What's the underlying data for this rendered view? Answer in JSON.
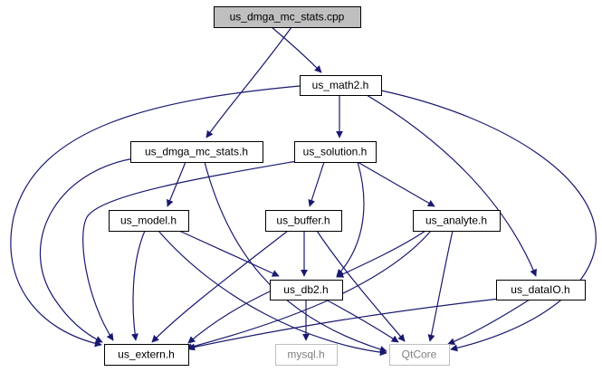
{
  "diagram": {
    "colors": {
      "edge": "#191970",
      "node_border": "#000000",
      "node_fill": "#ffffff",
      "root_fill": "#bfbfbf",
      "external_border": "#bfbfbf",
      "external_text": "#808080",
      "text": "#000000"
    },
    "nodes": [
      {
        "id": "root",
        "label": "us_dmga_mc_stats.cpp",
        "kind": "root"
      },
      {
        "id": "math2",
        "label": "us_math2.h",
        "kind": "normal"
      },
      {
        "id": "dmga",
        "label": "us_dmga_mc_stats.h",
        "kind": "normal"
      },
      {
        "id": "solution",
        "label": "us_solution.h",
        "kind": "normal"
      },
      {
        "id": "model",
        "label": "us_model.h",
        "kind": "normal"
      },
      {
        "id": "buffer",
        "label": "us_buffer.h",
        "kind": "normal"
      },
      {
        "id": "analyte",
        "label": "us_analyte.h",
        "kind": "normal"
      },
      {
        "id": "db2",
        "label": "us_db2.h",
        "kind": "normal"
      },
      {
        "id": "dataio",
        "label": "us_dataIO.h",
        "kind": "normal"
      },
      {
        "id": "extern",
        "label": "us_extern.h",
        "kind": "normal"
      },
      {
        "id": "mysql",
        "label": "mysql.h",
        "kind": "external"
      },
      {
        "id": "qtcore",
        "label": "QtCore",
        "kind": "external"
      }
    ],
    "edges": [
      [
        "root",
        "math2"
      ],
      [
        "root",
        "dmga"
      ],
      [
        "math2",
        "solution"
      ],
      [
        "math2",
        "extern"
      ],
      [
        "math2",
        "dataio"
      ],
      [
        "math2",
        "qtcore"
      ],
      [
        "dmga",
        "model"
      ],
      [
        "dmga",
        "extern"
      ],
      [
        "dmga",
        "qtcore"
      ],
      [
        "solution",
        "buffer"
      ],
      [
        "solution",
        "analyte"
      ],
      [
        "solution",
        "db2"
      ],
      [
        "solution",
        "extern"
      ],
      [
        "model",
        "db2"
      ],
      [
        "model",
        "extern"
      ],
      [
        "model",
        "qtcore"
      ],
      [
        "buffer",
        "db2"
      ],
      [
        "buffer",
        "extern"
      ],
      [
        "buffer",
        "qtcore"
      ],
      [
        "analyte",
        "db2"
      ],
      [
        "analyte",
        "extern"
      ],
      [
        "analyte",
        "qtcore"
      ],
      [
        "db2",
        "mysql"
      ],
      [
        "db2",
        "qtcore"
      ],
      [
        "db2",
        "extern"
      ],
      [
        "dataio",
        "extern"
      ],
      [
        "dataio",
        "qtcore"
      ]
    ]
  }
}
